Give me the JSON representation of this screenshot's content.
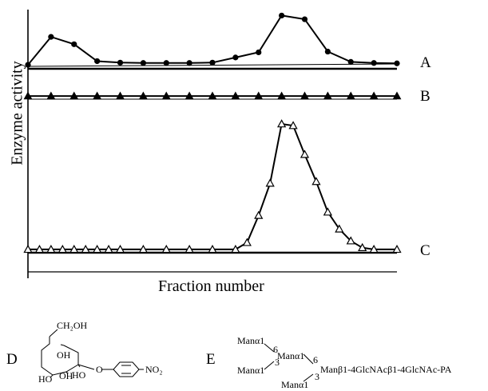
{
  "chart_data": {
    "type": "line",
    "xlabel": "Fraction number",
    "ylabel": "Enzyme activity",
    "grid": false,
    "series": [
      {
        "name": "A",
        "marker": "filled-circle",
        "x": [
          1,
          2,
          3,
          4,
          5,
          6,
          7,
          8,
          9,
          10,
          11,
          12,
          13,
          14,
          15,
          16,
          17
        ],
        "y": [
          0.1,
          3.9,
          2.9,
          0.6,
          0.4,
          0.35,
          0.35,
          0.35,
          0.4,
          1.1,
          1.8,
          6.8,
          6.3,
          1.9,
          0.5,
          0.35,
          0.3
        ]
      },
      {
        "name": "B",
        "marker": "filled-triangle",
        "x": [
          1,
          2,
          3,
          4,
          5,
          6,
          7,
          8,
          9,
          10,
          11,
          12,
          13,
          14,
          15,
          16,
          17
        ],
        "y": [
          0.1,
          0.1,
          0.1,
          0.1,
          0.1,
          0.1,
          0.1,
          0.1,
          0.1,
          0.1,
          0.1,
          0.1,
          0.1,
          0.1,
          0.1,
          0.1,
          0.1
        ]
      },
      {
        "name": "C",
        "marker": "open-triangle",
        "x": [
          1,
          1.5,
          2,
          2.5,
          3,
          3.5,
          4,
          4.5,
          5,
          6,
          7,
          8,
          9,
          10,
          10.5,
          11,
          11.5,
          12,
          12.5,
          13,
          13.5,
          14,
          14.5,
          15,
          15.5,
          16,
          17
        ],
        "y": [
          0.1,
          0.1,
          0.1,
          0.1,
          0.1,
          0.1,
          0.1,
          0.1,
          0.1,
          0.1,
          0.1,
          0.1,
          0.1,
          0.1,
          0.5,
          2.1,
          4.0,
          7.5,
          7.4,
          5.7,
          4.1,
          2.3,
          1.3,
          0.6,
          0.2,
          0.1,
          0.1
        ]
      }
    ],
    "panel_labels": [
      "A",
      "B",
      "C"
    ]
  },
  "structures": {
    "D": {
      "label": "D",
      "substituents": {
        "ch2oh": "CH₂OH",
        "oh1": "OH",
        "oh2": "OH",
        "ho1": "HO",
        "ho2": "HO",
        "o": "O",
        "ring_o": "O",
        "no2": "NO₂"
      }
    },
    "E": {
      "label": "E",
      "mannose_top": "Manα1",
      "mannose_mid": "Manα1",
      "mannose_low": "Manα1",
      "mannose_bottom": "Manα1",
      "link_6a": "6",
      "link_3a": "3",
      "link_6b": "6",
      "link_3b": "3",
      "core": "Manβ1-4GlcNAcβ1-4GlcNAc-PA"
    }
  }
}
